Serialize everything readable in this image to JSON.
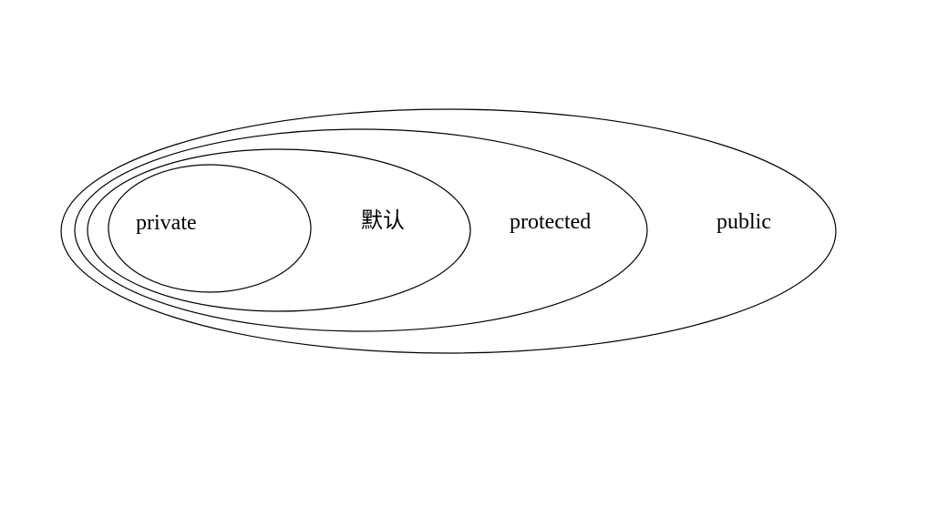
{
  "diagram": {
    "levels": [
      {
        "label": "private"
      },
      {
        "label": "默认"
      },
      {
        "label": "protected"
      },
      {
        "label": "public"
      }
    ]
  },
  "colors": {
    "stroke": "#000000",
    "background": "#ffffff",
    "text": "#000000"
  }
}
